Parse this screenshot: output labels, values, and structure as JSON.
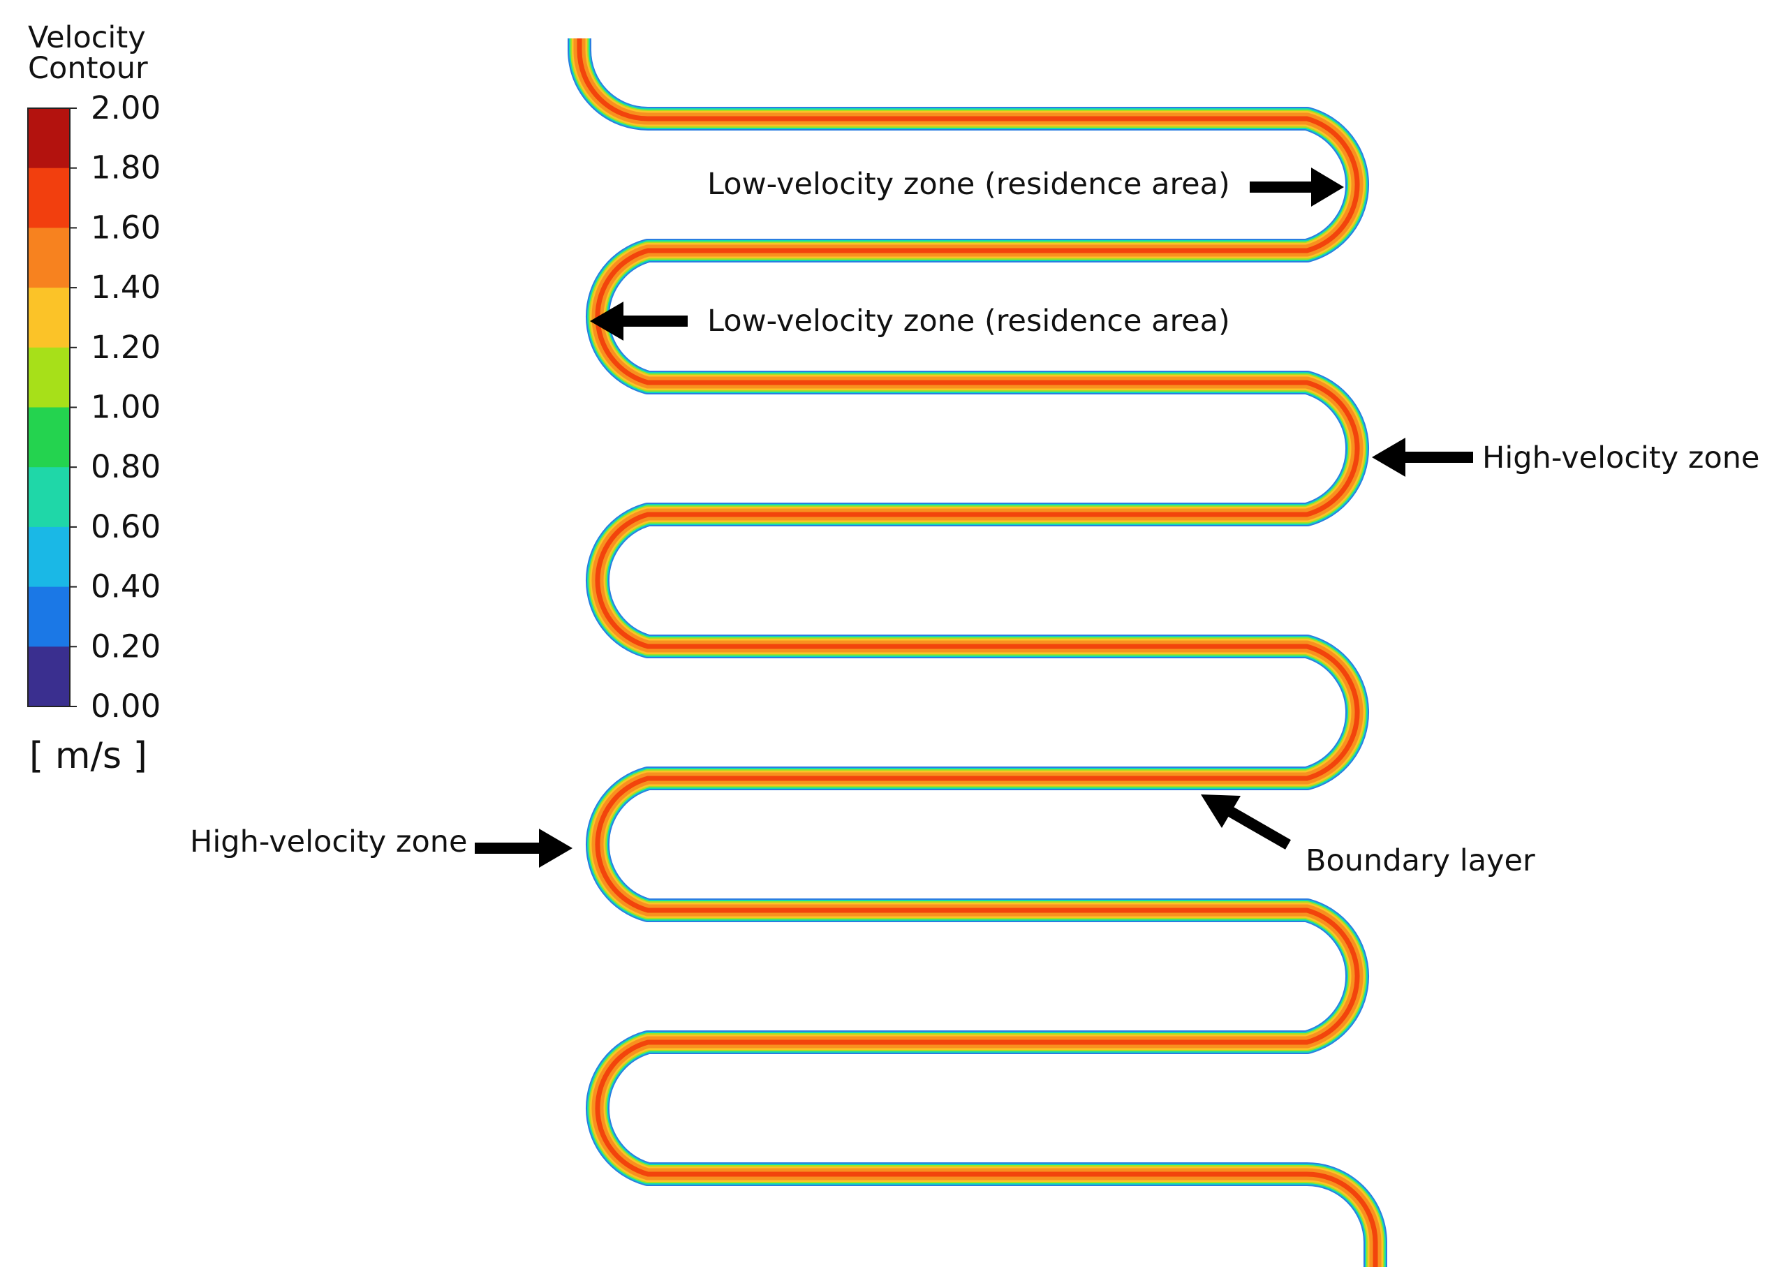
{
  "legend": {
    "title_line1": "Velocity",
    "title_line2": "Contour",
    "unit": "[ m/s ]",
    "ticks": [
      "2.00",
      "1.80",
      "1.60",
      "1.40",
      "1.20",
      "1.00",
      "0.80",
      "0.60",
      "0.40",
      "0.20",
      "0.00"
    ],
    "band_colors": [
      "#b3120e",
      "#f23f0e",
      "#f7821f",
      "#fbc328",
      "#a7e019",
      "#24d34f",
      "#1fd7a8",
      "#1ab8e6",
      "#1b78e6",
      "#3a2f8f"
    ]
  },
  "contour": {
    "passes": 9,
    "fluid_colors": {
      "wall": "#2a7de1",
      "near_wall": "#10d9b7",
      "transition": "#a6e121",
      "shear": "#fbc328",
      "bulk": "#f8911f",
      "core": "#f2440c"
    }
  },
  "annotations": [
    {
      "id": "low-velocity-1",
      "text": "Low-velocity zone (residence area)"
    },
    {
      "id": "low-velocity-2",
      "text": "Low-velocity zone (residence area)"
    },
    {
      "id": "high-velocity-right",
      "text": "High-velocity zone"
    },
    {
      "id": "high-velocity-left",
      "text": "High-velocity zone"
    },
    {
      "id": "boundary-layer",
      "text": "Boundary layer"
    }
  ]
}
